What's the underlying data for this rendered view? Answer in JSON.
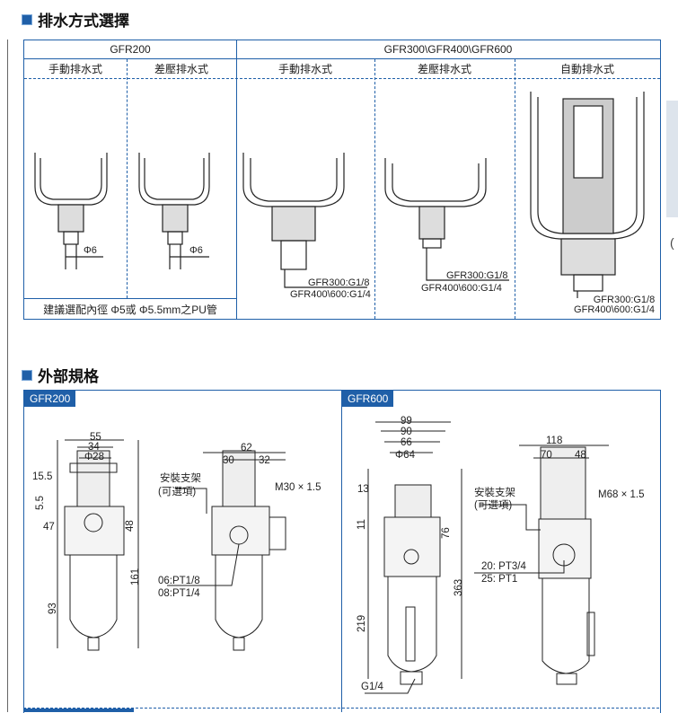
{
  "section1": {
    "title": "排水方式選擇",
    "group_gfr200": "GFR200",
    "group_gfr_large": "GFR300\\GFR400\\GFR600",
    "columns": [
      "手動排水式",
      "差壓排水式",
      "手動排水式",
      "差壓排水式",
      "自動排水式"
    ],
    "labels": {
      "phi6_a": "Φ6",
      "phi6_b": "Φ6",
      "c3_l1": "GFR300:G1/8",
      "c3_l2": "GFR400\\600:G1/4",
      "c4_l1": "GFR300:G1/8",
      "c4_l2": "GFR400\\600:G1/4",
      "c5_l1": "GFR300:G1/8",
      "c5_l2": "GFR400\\600:G1/4"
    },
    "footnote": "建議選配內徑 Φ5或 Φ5.5mm之PU管"
  },
  "section2": {
    "title": "外部規格",
    "left_tag": "GFR200",
    "right_tag": "GFR600",
    "gfr200_front": {
      "d55": "55",
      "d34": "34",
      "d28": "Φ28",
      "d15_5": "15.5",
      "d5_5": "5.5",
      "d47": "47",
      "d48": "48",
      "d161": "161",
      "d93": "93"
    },
    "gfr200_side": {
      "d62": "62",
      "d30": "30",
      "d32": "32",
      "bracket1": "安裝支架",
      "bracket2": "(可選項)",
      "thread": "M30 × 1.5",
      "port1": "06:PT1/8",
      "port2": "08:PT1/4"
    },
    "gfr600_front": {
      "d99": "99",
      "d90": "90",
      "d66": "66",
      "d64": "Φ64",
      "d13": "13",
      "d11": "11",
      "d76": "76",
      "d363": "363",
      "d219": "219",
      "port": "G1/4"
    },
    "gfr600_side": {
      "d118": "118",
      "d70": "70",
      "d48": "48",
      "bracket1": "安裝支架",
      "bracket2": "(可選項)",
      "thread": "M68 × 1.5",
      "port1": "20:  PT3/4",
      "port2": "25:  PT1"
    }
  },
  "colors": {
    "accent": "#1f5fa8",
    "line": "#222222"
  }
}
